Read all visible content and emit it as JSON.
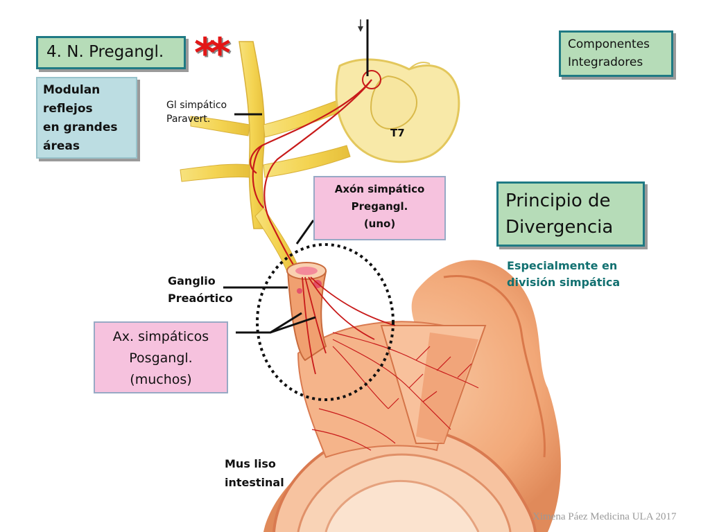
{
  "title_box": {
    "label": "4. N. Pregangl."
  },
  "stars": "**",
  "modulan": {
    "line1": "Modulan",
    "line2": "reflejos",
    "line3": "en grandes",
    "line4": "áreas"
  },
  "gl_simpatico": {
    "line1": "Gl simpático",
    "line2": "Paravert."
  },
  "t7": "T7",
  "componentes": {
    "line1": "Componentes",
    "line2": "Integradores"
  },
  "principio": {
    "line1": "Principio de",
    "line2": "Divergencia"
  },
  "axon_preg": {
    "line1": "Axón simpático",
    "line2": "Pregangl.",
    "line3": "(uno)"
  },
  "especialmente": {
    "line1": "Especialmente en",
    "line2": "división simpática"
  },
  "ganglio": {
    "line1": "Ganglio",
    "line2": "Preaórtico"
  },
  "ax_posg": {
    "line1": "Ax. simpáticos",
    "line2": "Posgangl.",
    "line3": "(muchos)"
  },
  "mus_liso": {
    "line1": "Mus liso",
    "line2": "intestinal"
  },
  "credit": "Ximena Páez Medicina ULA 2017",
  "colors": {
    "nerve_yellow": "#f4d452",
    "fiber_red": "#c81a1a",
    "intestine": "#f2a878",
    "label_teal": "#117070",
    "green_box": "#b6dcb8",
    "pink_box": "#f6c2de"
  }
}
